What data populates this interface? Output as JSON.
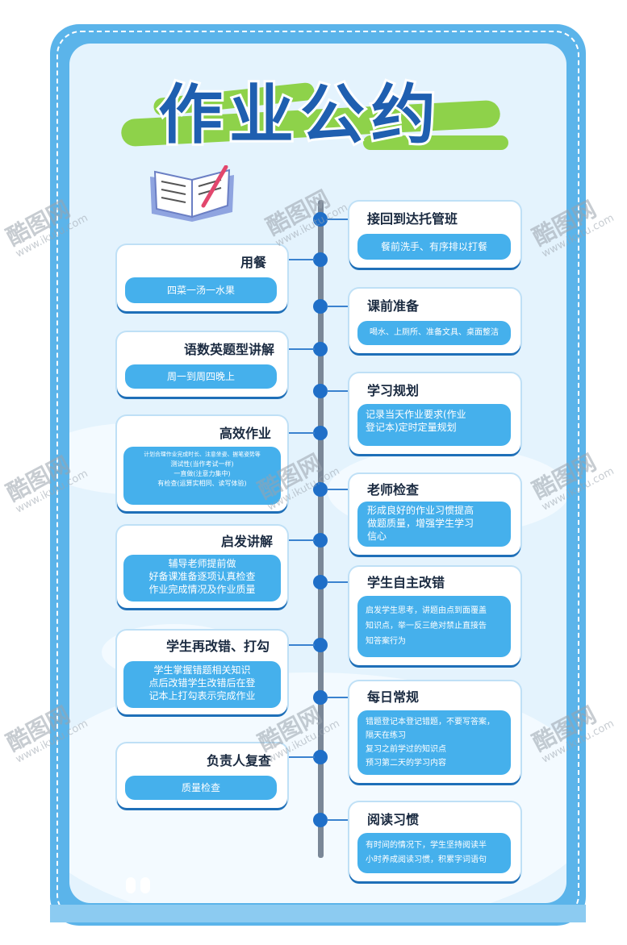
{
  "title": "作业公约",
  "colors": {
    "frame": "#5bb4ea",
    "panel": "#e4f3fd",
    "pill": "#45b0ec",
    "title": "#1f5fb0",
    "dot": "#1f6fc8",
    "brush": "#8ed24a"
  },
  "icons": {
    "book": "open-book-pencil-icon"
  },
  "watermark": {
    "brand": "酷图网",
    "url": "www.ikutu.com"
  },
  "left_items": [
    {
      "title": "用餐",
      "desc": [
        "四菜一汤一水果"
      ]
    },
    {
      "title": "语数英题型讲解",
      "desc": [
        "周一到周四晚上"
      ]
    },
    {
      "title": "高效作业",
      "desc": [
        "计划合理作业完成时长、注意坐姿、握笔姿势等",
        "测试性(当作考试一样)",
        "一直做(注意力集中)",
        "有检查(运算实相同、读写体验)"
      ]
    },
    {
      "title": "启发讲解",
      "desc": [
        "辅导老师提前做",
        "好备课准备逐项认真检查",
        "作业完成情况及作业质量"
      ]
    },
    {
      "title": "学生再改错、打勾",
      "desc": [
        "学生掌握错题相关知识",
        "点后改错学生改错后在登",
        "记本上打勾表示完成作业"
      ]
    },
    {
      "title": "负责人复查",
      "desc": [
        "质量检查"
      ]
    }
  ],
  "right_items": [
    {
      "title": "接回到达托管班",
      "desc": [
        "餐前洗手、有序排以打餐"
      ]
    },
    {
      "title": "课前准备",
      "desc": [
        "喝水、上厕所、准备文具、桌面整洁"
      ]
    },
    {
      "title": "学习规划",
      "desc": [
        "记录当天作业要求(作业",
        "登记本)定时定量规划"
      ]
    },
    {
      "title": "老师检查",
      "desc": [
        "形成良好的作业习惯提高",
        "做题质量，增强学生学习",
        "信心"
      ]
    },
    {
      "title": "学生自主改错",
      "desc": [
        "启发学生思考，讲题由点到面覆盖",
        "知识点，举一反三绝对禁止直接告",
        "知答案行为"
      ]
    },
    {
      "title": "每日常规",
      "desc": [
        "错题登记本登记错题，不要写答案，",
        "隔天在练习",
        "复习之前学过的知识点",
        "预习第二天的学习内容"
      ]
    },
    {
      "title": "阅读习惯",
      "desc": [
        "有时间的情况下，学生坚持阅读半",
        "小时养成阅读习惯，积累字词语句"
      ]
    }
  ]
}
